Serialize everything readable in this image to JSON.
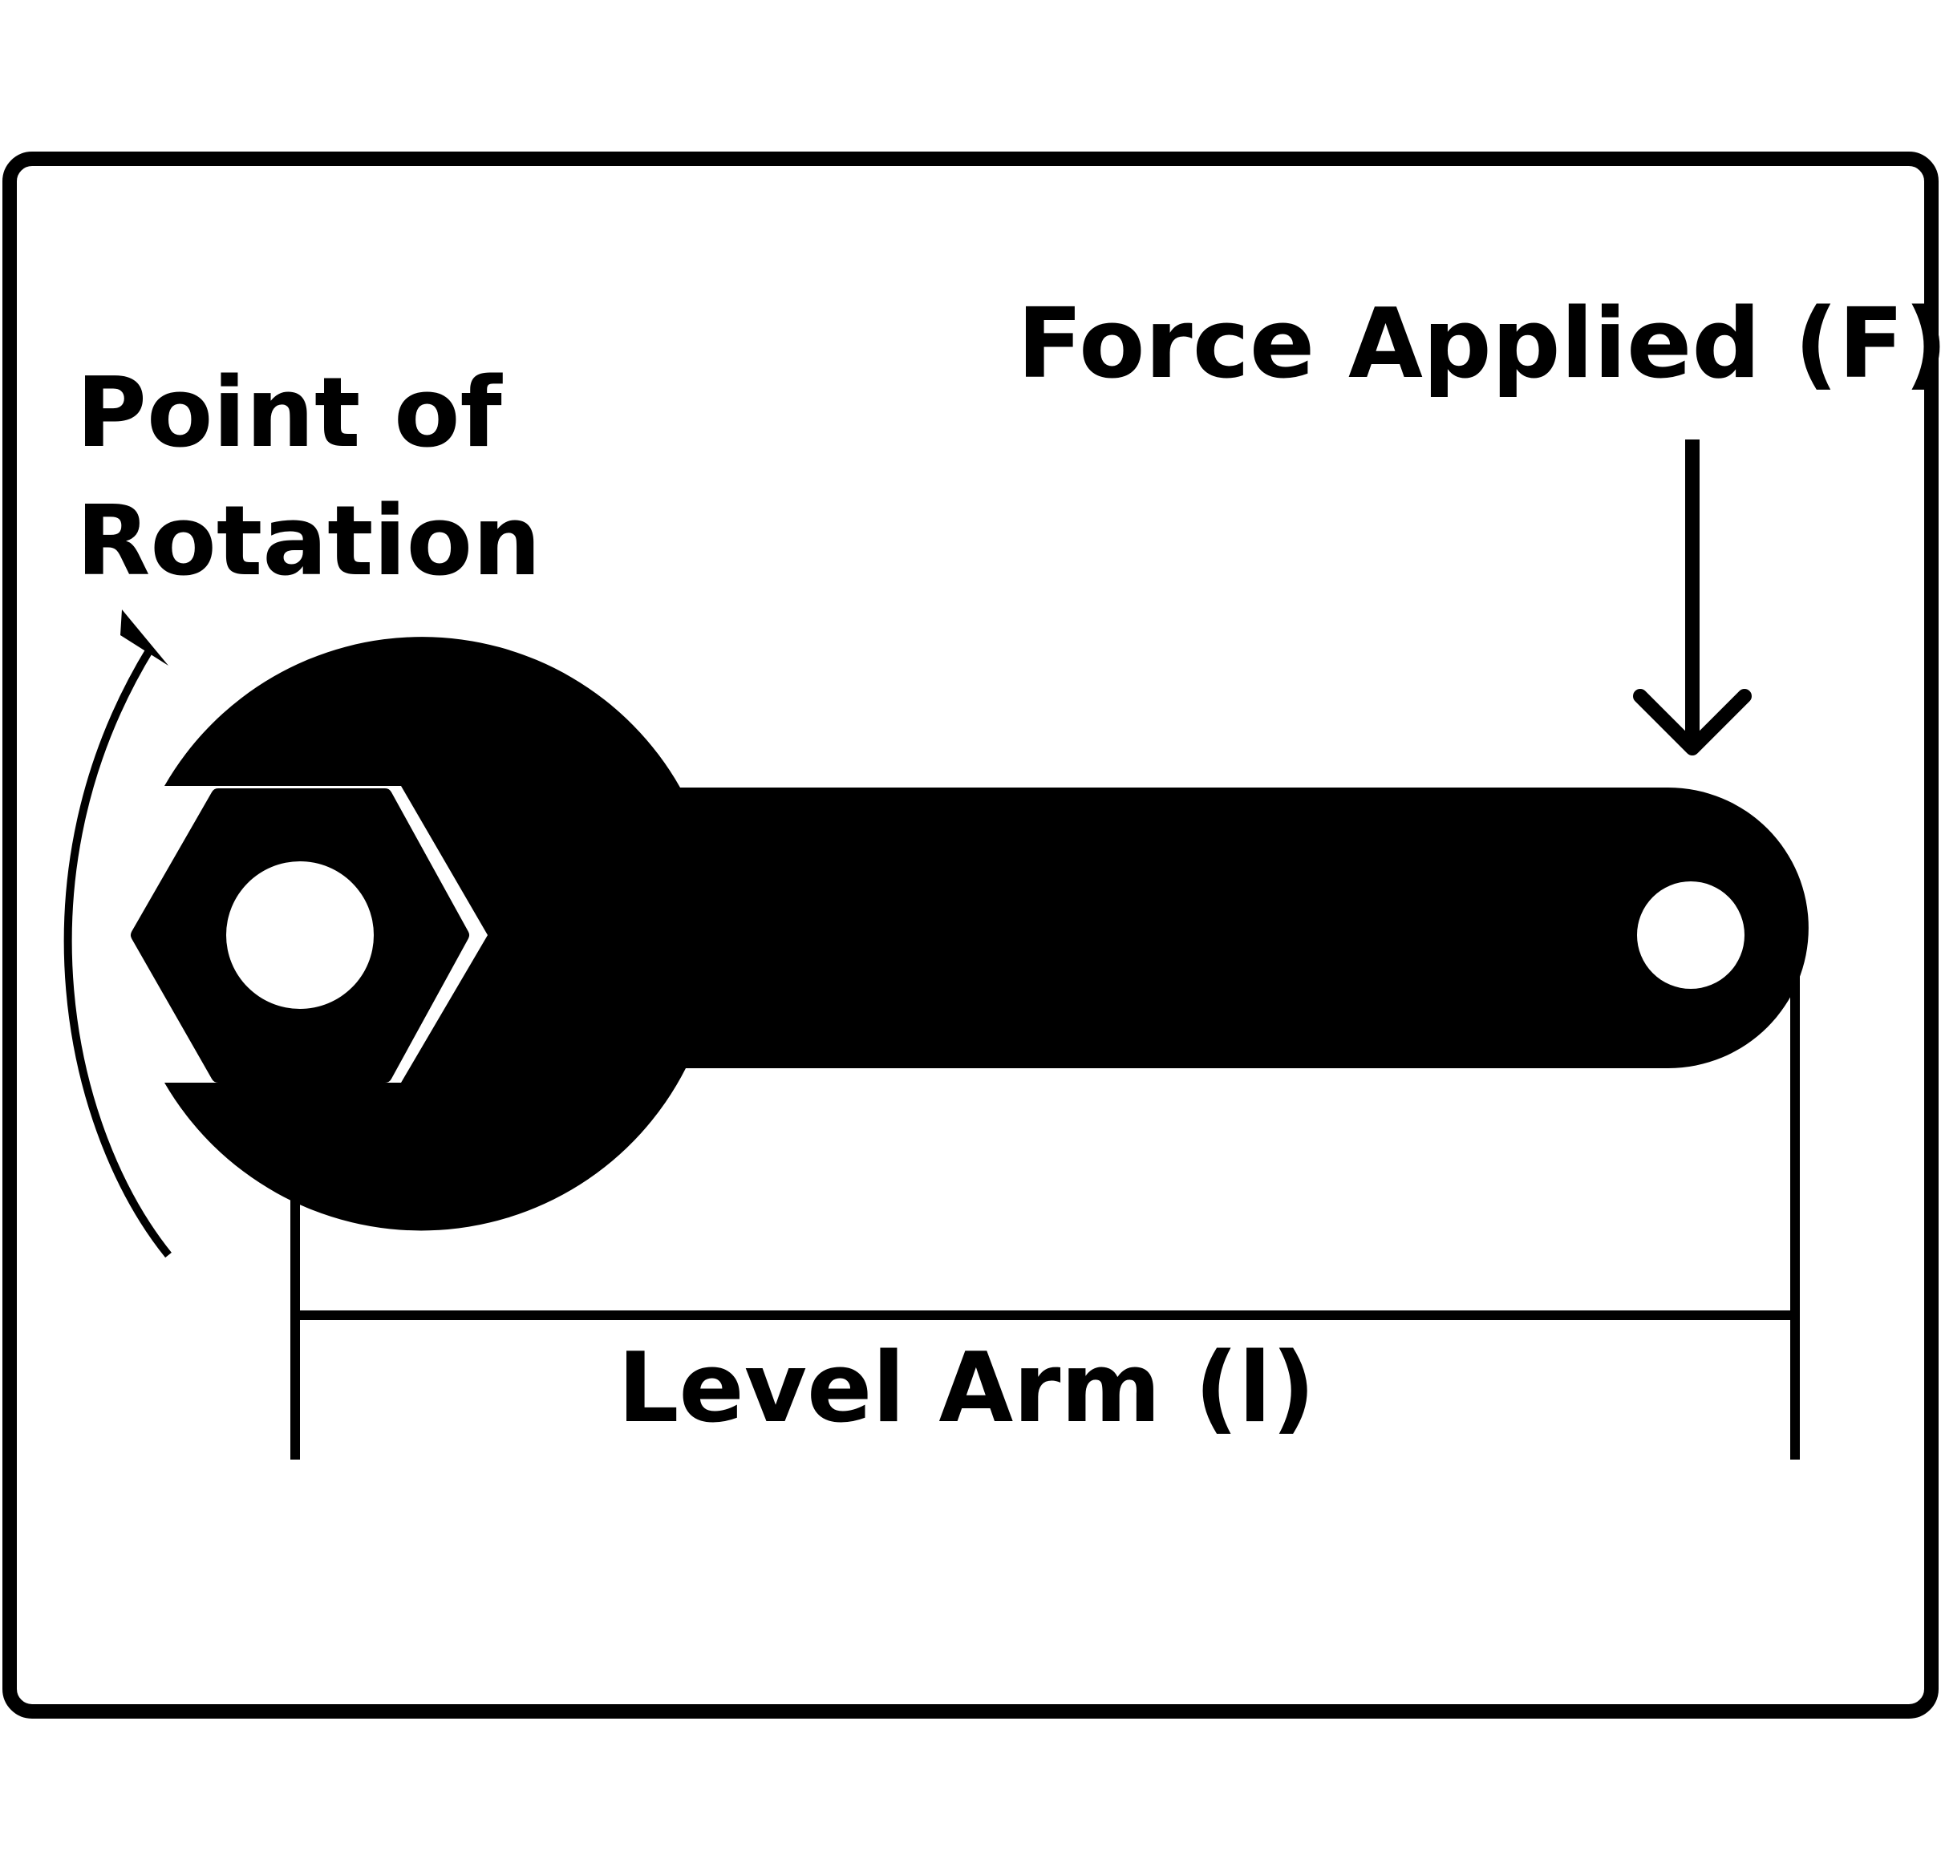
{
  "diagram": {
    "labels": {
      "point_of_rotation_line1": "Point of",
      "point_of_rotation_line2": "Rotation",
      "force_applied": "Force Applied (F)",
      "lever_arm": "Level Arm (l)"
    },
    "colors": {
      "ink": "#000000",
      "background": "#ffffff"
    },
    "icons": [
      "wrench-icon",
      "hex-nut-icon",
      "rotation-arrow-icon",
      "force-arrow-icon"
    ]
  }
}
